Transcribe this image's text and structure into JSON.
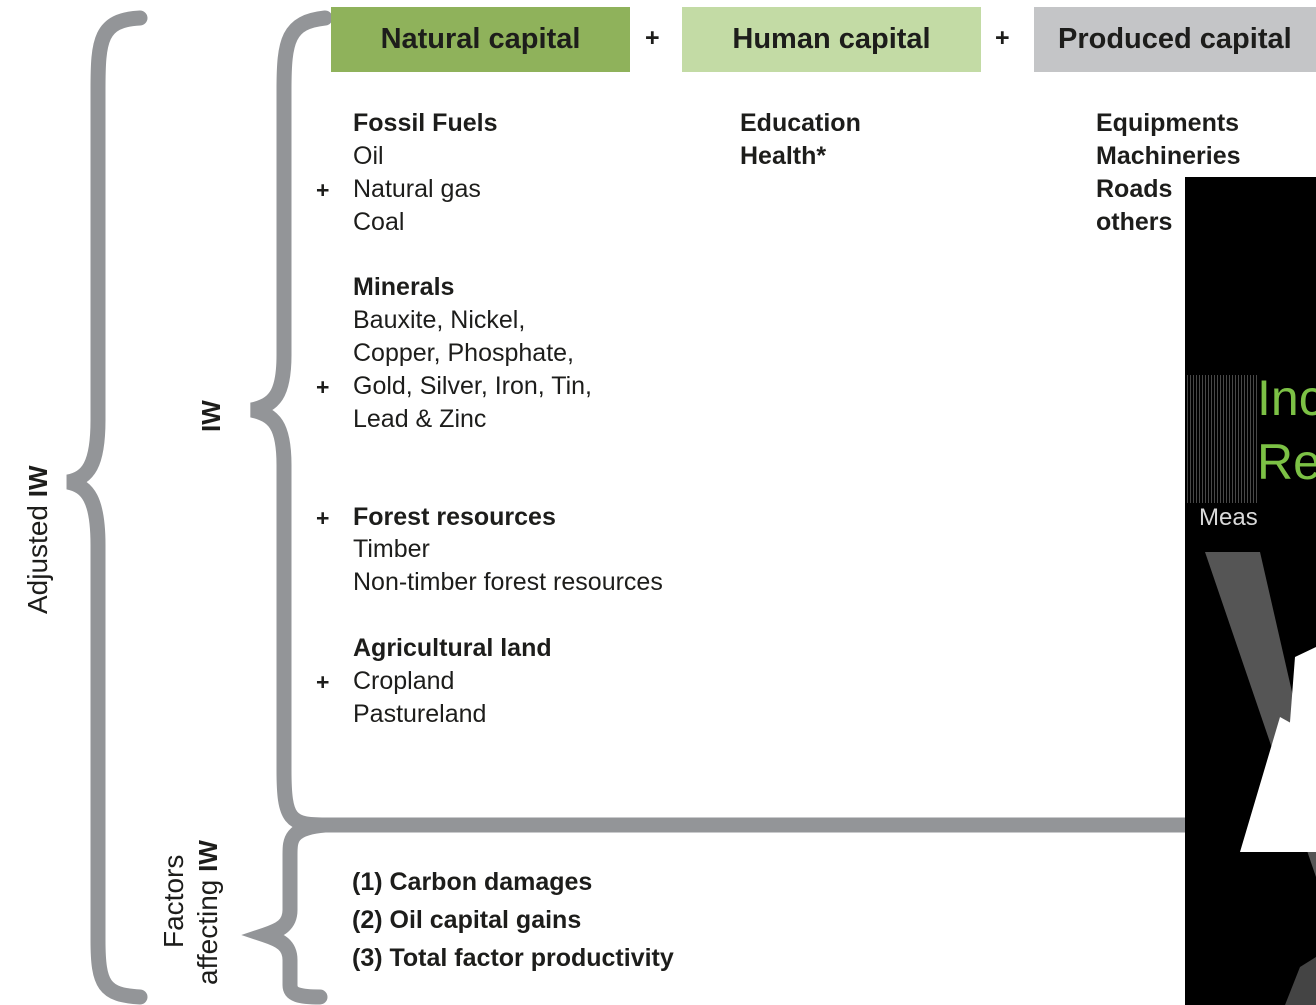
{
  "header": {
    "natural": "Natural capital",
    "human": "Human capital",
    "produced": "Produced capital",
    "plus": "+"
  },
  "natural": {
    "fossil": {
      "title": "Fossil Fuels",
      "items": [
        "Oil",
        "Natural gas",
        "Coal"
      ]
    },
    "minerals": {
      "title": "Minerals",
      "items": [
        "Bauxite, Nickel,",
        "Copper, Phosphate,",
        "Gold, Silver, Iron, Tin,",
        "Lead & Zinc"
      ]
    },
    "forest": {
      "title": "Forest resources",
      "items": [
        "Timber",
        "Non-timber forest resources"
      ]
    },
    "agri": {
      "title": "Agricultural land",
      "items": [
        "Cropland",
        "Pastureland"
      ]
    }
  },
  "human": {
    "items": [
      "Education",
      "Health*"
    ]
  },
  "produced": {
    "items": [
      "Equipments",
      "Machineries",
      "Roads",
      "others"
    ]
  },
  "labels": {
    "adjusted": "Adjusted",
    "iw_symbol": "IW",
    "factors_line1": "Factors",
    "factors_line2": "affecting"
  },
  "factors": [
    "(1) Carbon damages",
    "(2) Oil capital gains",
    "(3) Total factor productivity"
  ],
  "cover": {
    "line1": "Inc",
    "line2": "Re",
    "line3": "Meas"
  },
  "colors": {
    "natural_box": "#8fb25b",
    "human_box": "#c3dba5",
    "produced_box": "#c4c5c7",
    "accent_green": "#7aad3c",
    "brace_gray": "#939598"
  }
}
